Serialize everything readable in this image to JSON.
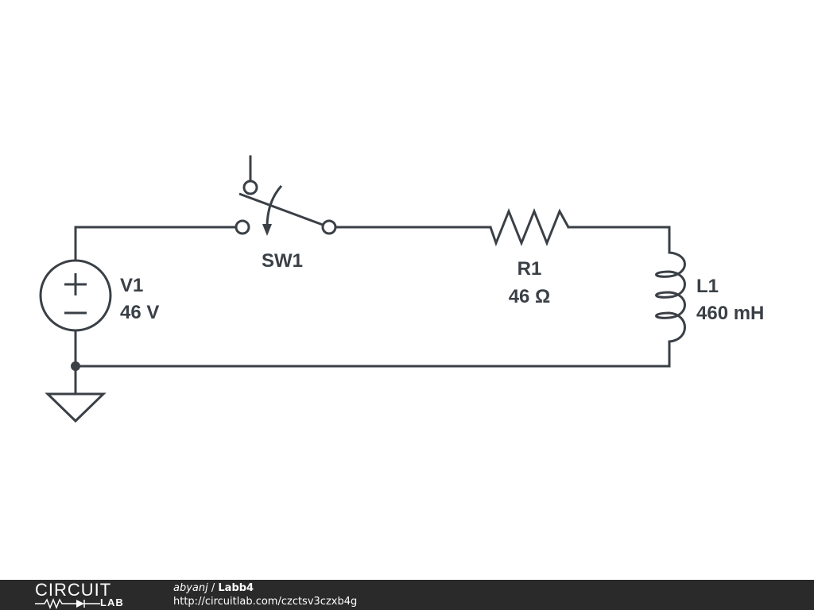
{
  "schematic": {
    "v1": {
      "name": "V1",
      "value": "46 V"
    },
    "sw1": {
      "name": "SW1"
    },
    "r1": {
      "name": "R1",
      "value": "46 Ω"
    },
    "l1": {
      "name": "L1",
      "value": "460 mH"
    }
  },
  "footer": {
    "logo_top": "CIRCUIT",
    "logo_bottom": "LAB",
    "user": "abyanj",
    "separator": " / ",
    "project": "Labb4",
    "url": "http://circuitlab.com/czctsv3czxb4g"
  },
  "colors": {
    "ink": "#3b4047",
    "footer_bg": "#2a2a2a"
  }
}
